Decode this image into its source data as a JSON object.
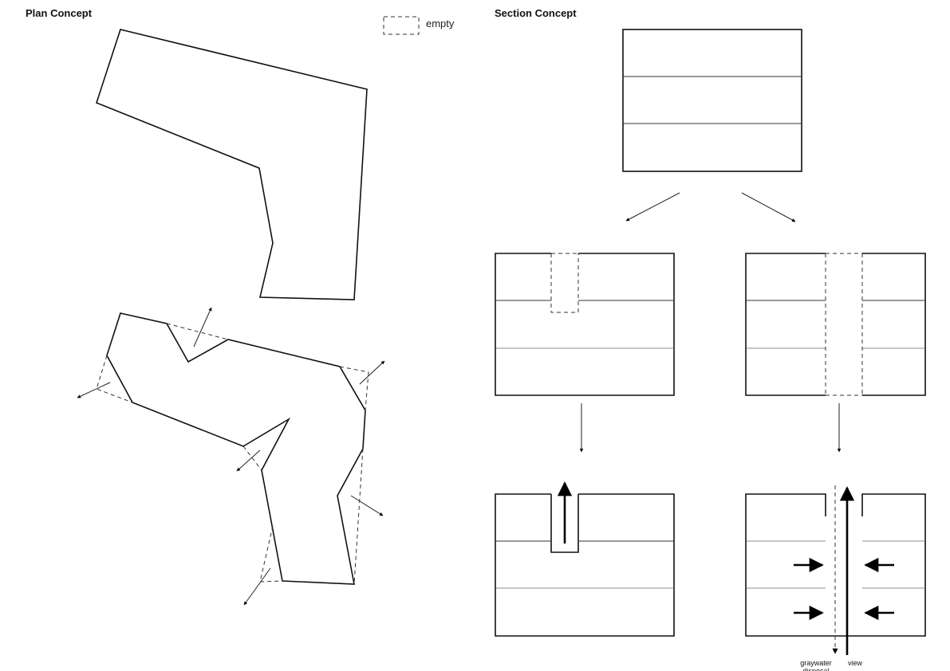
{
  "plan": {
    "title": "Plan Concept"
  },
  "section": {
    "title": "Section Concept"
  },
  "legend": {
    "empty_label": "empty"
  },
  "labels": {
    "graywater": "graywater",
    "disposal": "disposal",
    "view": "view"
  }
}
